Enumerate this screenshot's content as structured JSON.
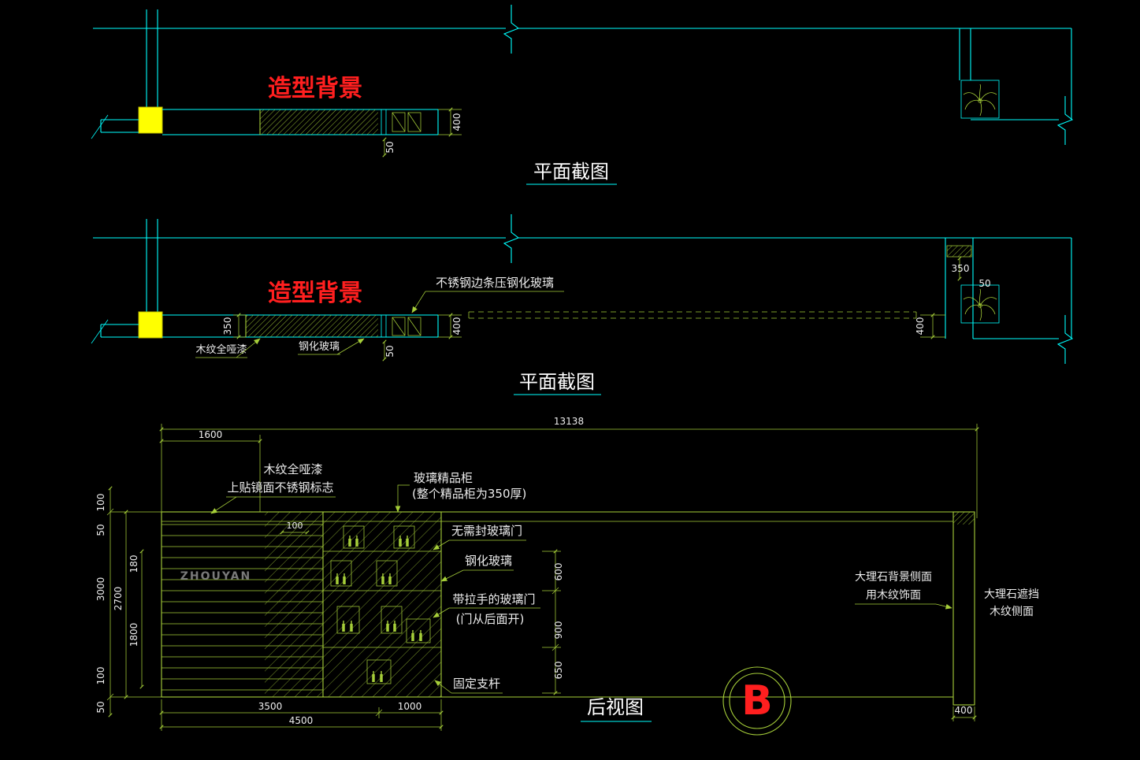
{
  "app": {
    "type": "cad-drawing",
    "background": "#000000"
  },
  "colors": {
    "wall_cyan": "#00ffff",
    "detail_green": "#a6ce39",
    "dimension_text": "#ededed",
    "accent_red": "#ff1f1f",
    "highlight_yellow": "#ffff00",
    "watermark_gray": "#8f8f8f"
  },
  "plan_a": {
    "label": "造型背景",
    "title": "平面截图",
    "dim_400": "400",
    "dim_50": "50"
  },
  "plan_b": {
    "label": "造型背景",
    "title": "平面截图",
    "leader_note": "不锈钢边条压钢化玻璃",
    "note_wood_matte": "木纹全哑漆",
    "note_tempered_glass": "钢化玻璃",
    "dim_350": "350",
    "dim_400": "400",
    "dim_50": "50",
    "right_dim_350": "350",
    "right_dim_50": "50",
    "right_dim_400": "400"
  },
  "elevation": {
    "title": "后视图",
    "detail_marker": "B",
    "watermark": "ZHOUYAN",
    "dim_total": "13138",
    "dim_1600": "1600",
    "dim_100_top": "100",
    "dim_50_top": "50",
    "dim_180": "180",
    "dim_3000": "3000",
    "dim_2700": "2700",
    "dim_1800": "1800",
    "dim_100_bottom": "100",
    "dim_50_bottom": "50",
    "dim_100_inner": "100",
    "dim_600": "600",
    "dim_900": "900",
    "dim_650": "650",
    "dim_3500": "3500",
    "dim_1000": "1000",
    "dim_4500": "4500",
    "dim_400_column": "400",
    "note_wood_matte": "木纹全哑漆",
    "note_mirror_logo": "上贴镜面不锈钢标志",
    "note_cabinet_line1": "玻璃精品柜",
    "note_cabinet_line2": "(整个精品柜为350厚)",
    "note_no_seal_door": "无需封玻璃门",
    "note_tempered_glass": "钢化玻璃",
    "note_handle_door": "带拉手的玻璃门",
    "note_door_back": "(门从后面开)",
    "note_fixed_rod": "固定支杆",
    "note_marble_back_1": "大理石背景侧面",
    "note_marble_back_2": "用木纹饰面",
    "note_marble_shield_1": "大理石遮挡",
    "note_marble_shield_2": "木纹侧面"
  }
}
